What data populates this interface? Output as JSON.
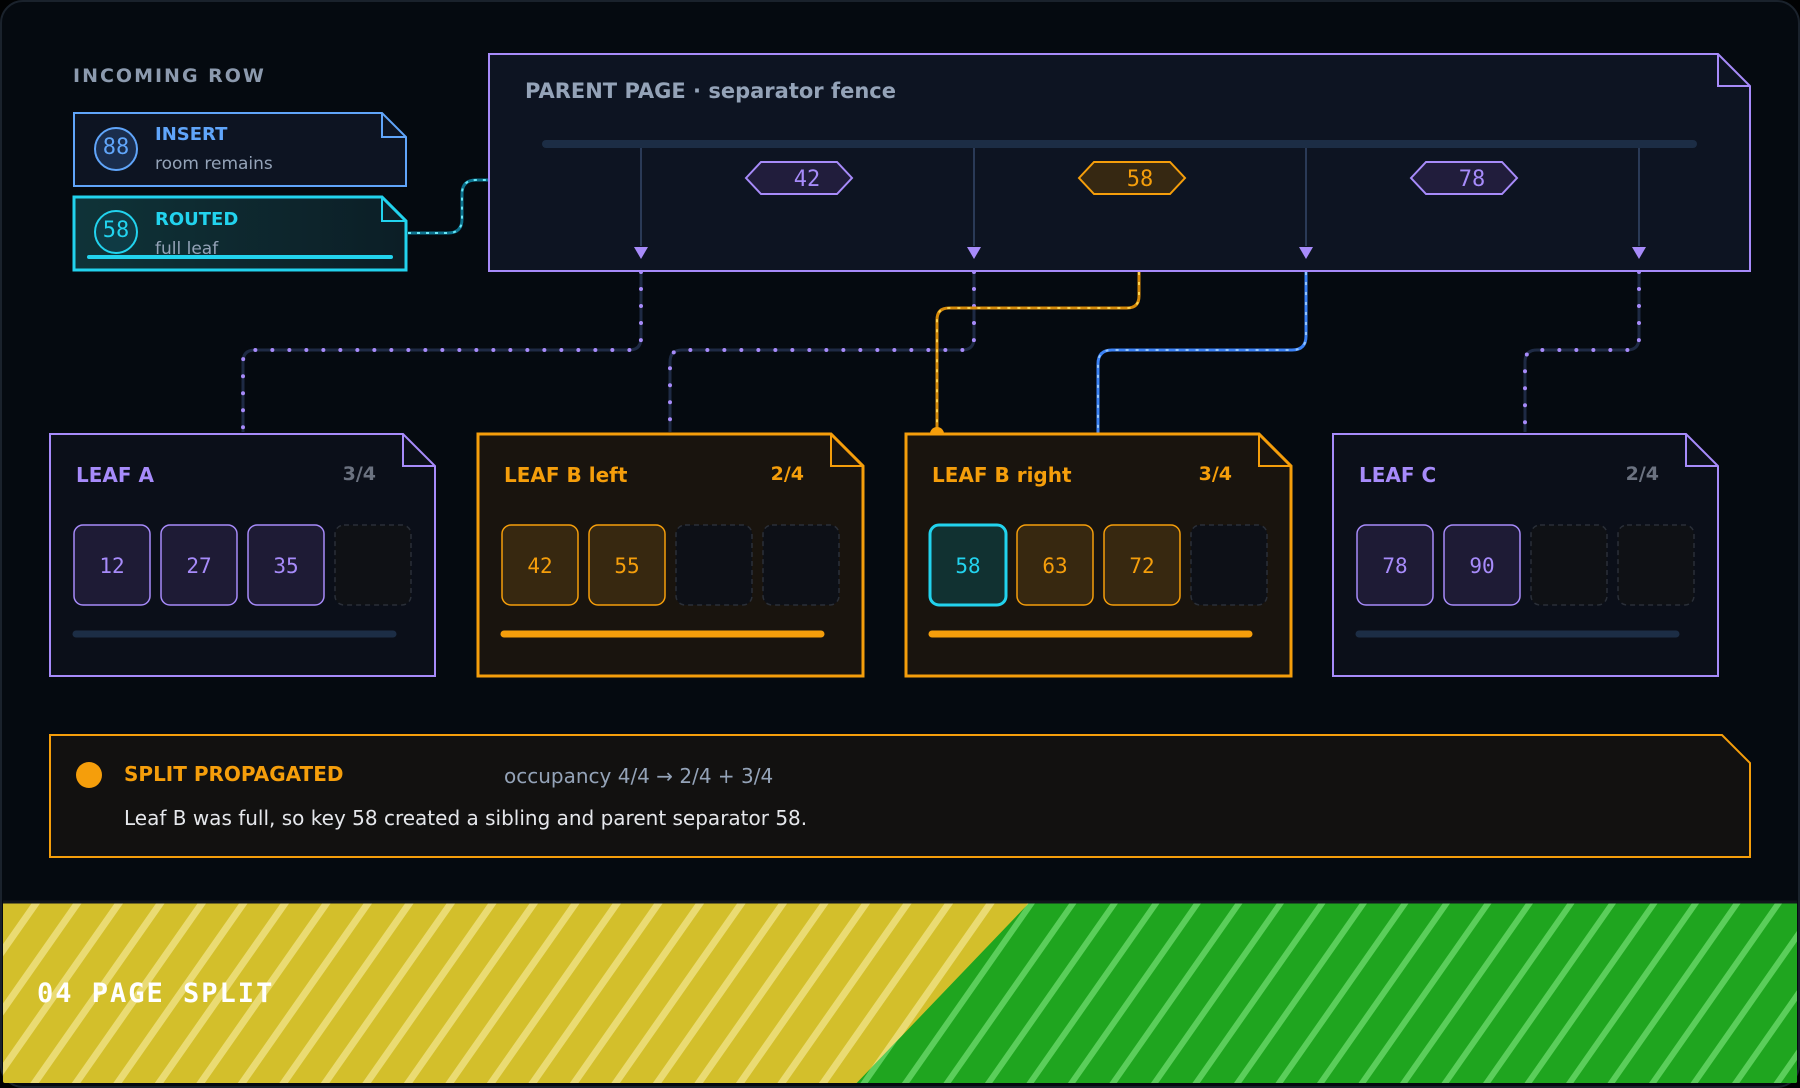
{
  "colors": {
    "bg": "#050a10",
    "panel": "#0d1422",
    "purple": "#a78bfa",
    "orange": "#f59e0b",
    "blue": "#60a5fa",
    "cyan": "#22d3ee",
    "muted": "#94a3b8",
    "track": "#1c2d45",
    "footer_yellow": "#d3bf2b",
    "footer_green": "#1fa51f"
  },
  "incoming": {
    "heading": "INCOMING ROW",
    "insert": {
      "key": "88",
      "title": "INSERT",
      "subtitle": "room remains"
    },
    "routed": {
      "key": "58",
      "title": "ROUTED",
      "subtitle": "full leaf"
    }
  },
  "parent": {
    "title": "PARENT PAGE · separator fence",
    "separators": [
      "42",
      "58",
      "78"
    ]
  },
  "leaves": [
    {
      "name": "LEAF A",
      "occupancy": "3/4",
      "keys": [
        "12",
        "27",
        "35"
      ]
    },
    {
      "name": "LEAF B left",
      "occupancy": "2/4",
      "keys": [
        "42",
        "55"
      ]
    },
    {
      "name": "LEAF B right",
      "occupancy": "3/4",
      "keys": [
        "58",
        "63",
        "72"
      ]
    },
    {
      "name": "LEAF C",
      "occupancy": "2/4",
      "keys": [
        "78",
        "90"
      ]
    }
  ],
  "status": {
    "title": "SPLIT PROPAGATED",
    "occupancy": "occupancy 4/4 → 2/4 + 3/4",
    "message": "Leaf B was full, so key 58 created a sibling and parent separator 58."
  },
  "footer": {
    "label": "04 PAGE SPLIT"
  }
}
